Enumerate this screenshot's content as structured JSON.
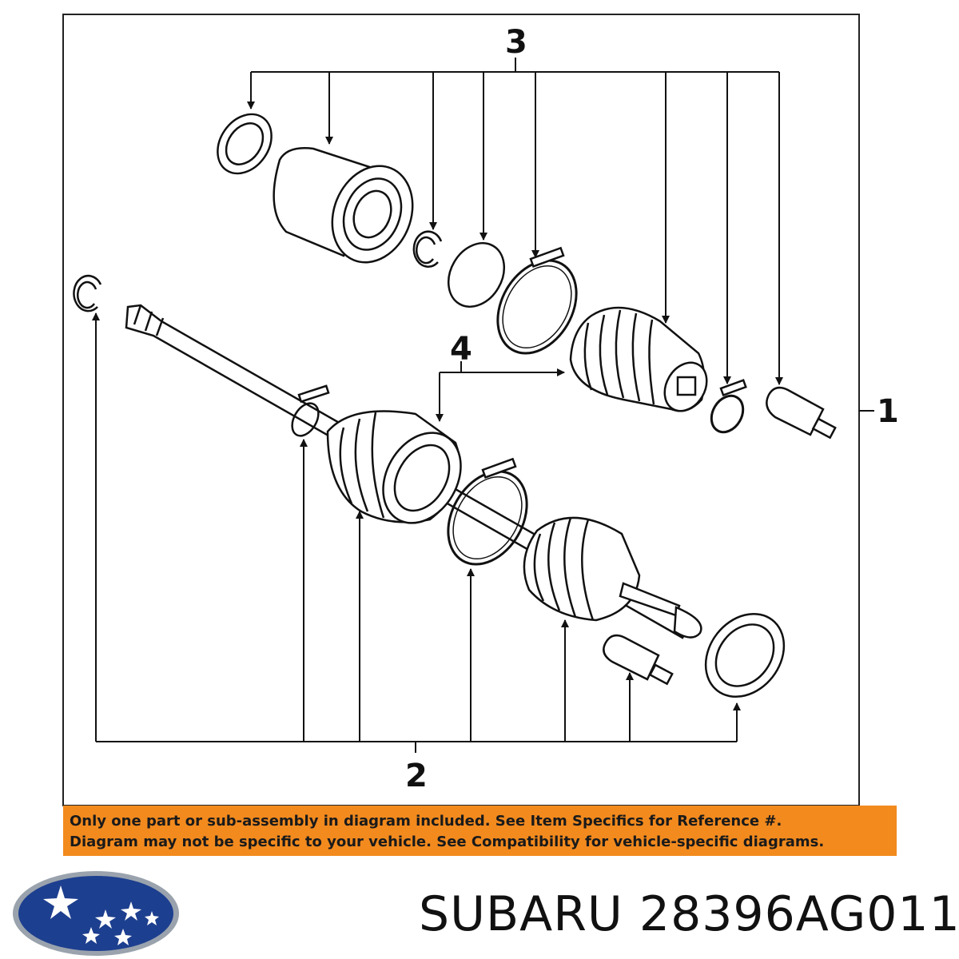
{
  "callouts": {
    "c1": "1",
    "c2": "2",
    "c3": "3",
    "c4": "4"
  },
  "notice": {
    "line1": "Only one part or sub-assembly in diagram included. See Item Specifics for Reference #.",
    "line2": "Diagram may not be specific to your vehicle. See Compatibility for vehicle-specific diagrams."
  },
  "brand": {
    "make": "SUBARU",
    "part_number": "28396AG011"
  },
  "logo": {
    "icon": "subaru-pleiades-logo",
    "colors": {
      "outer": "#9aa3ad",
      "inner": "#1d3f8f",
      "stars": "#ffffff"
    }
  },
  "colors": {
    "notice_bg": "#f28a1e",
    "line": "#111111"
  }
}
